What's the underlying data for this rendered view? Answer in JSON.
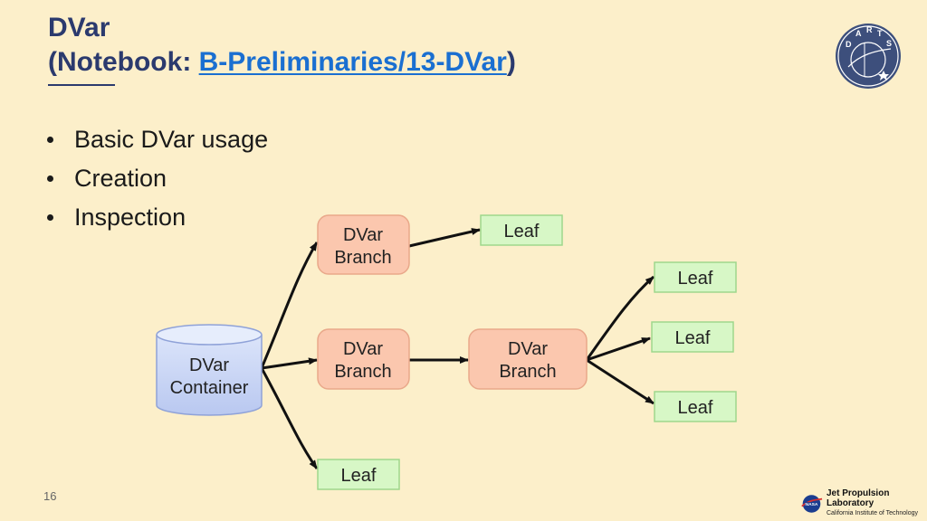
{
  "title": {
    "line1": "DVar",
    "prefix": "(Notebook: ",
    "link": "B-Preliminaries/13-DVar",
    "suffix": ")"
  },
  "bullets": [
    "Basic DVar usage",
    "Creation",
    "Inspection"
  ],
  "diagram": {
    "container": {
      "line1": "DVar",
      "line2": "Container"
    },
    "branch_line1": "DVar",
    "branch_line2": "Branch",
    "leaf_label": "Leaf",
    "colors": {
      "container_fill": "#c5d2f4",
      "branch_fill": "#fbc7ae",
      "leaf_fill": "#d7f7c6",
      "arrow": "#111111"
    }
  },
  "footer": {
    "slide_number": "16",
    "jpl_name": "Jet Propulsion Laboratory",
    "jpl_sub": "California Institute of Technology"
  },
  "logo": {
    "letters": [
      "D",
      "A",
      "R",
      "T",
      "S"
    ]
  }
}
